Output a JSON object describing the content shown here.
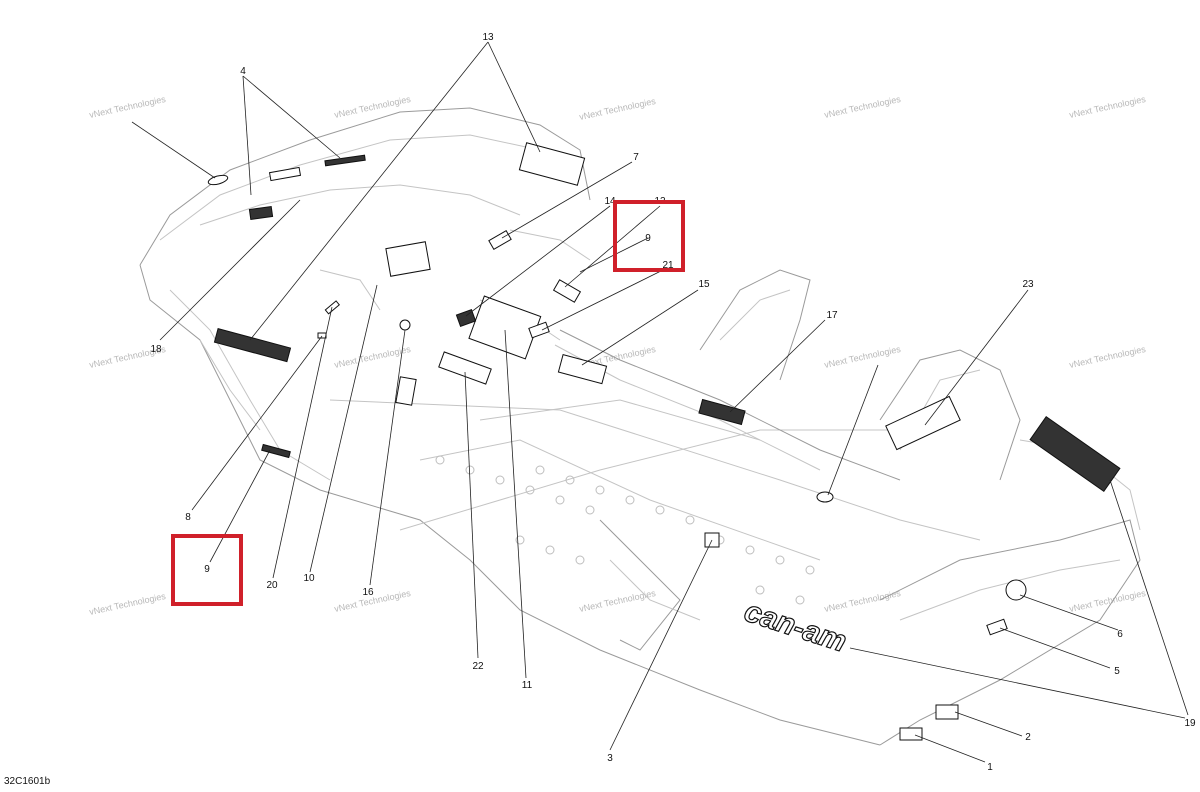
{
  "watermark": "vNext Technologies",
  "reference_code": "32C1601b",
  "callouts": [
    {
      "id": "c1",
      "label": "1"
    },
    {
      "id": "c2",
      "label": "2"
    },
    {
      "id": "c3",
      "label": "3"
    },
    {
      "id": "c4",
      "label": "4"
    },
    {
      "id": "c5",
      "label": "5"
    },
    {
      "id": "c6",
      "label": "6"
    },
    {
      "id": "c7",
      "label": "7"
    },
    {
      "id": "c8",
      "label": "8"
    },
    {
      "id": "c9a",
      "label": "9"
    },
    {
      "id": "c9b",
      "label": "9"
    },
    {
      "id": "c10",
      "label": "10"
    },
    {
      "id": "c11",
      "label": "11"
    },
    {
      "id": "c12",
      "label": "12"
    },
    {
      "id": "c13",
      "label": "13"
    },
    {
      "id": "c14",
      "label": "14"
    },
    {
      "id": "c15",
      "label": "15"
    },
    {
      "id": "c16",
      "label": "16"
    },
    {
      "id": "c17",
      "label": "17"
    },
    {
      "id": "c18",
      "label": "18"
    },
    {
      "id": "c19",
      "label": "19"
    },
    {
      "id": "c20",
      "label": "20"
    },
    {
      "id": "c21",
      "label": "21"
    },
    {
      "id": "c22",
      "label": "22"
    },
    {
      "id": "c23",
      "label": "23"
    }
  ],
  "highlight_color": "#d0202a",
  "logo_text": "can-am"
}
